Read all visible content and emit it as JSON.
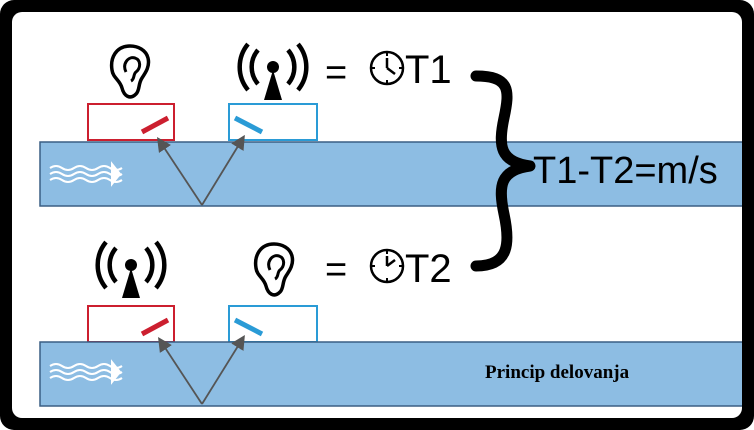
{
  "top_row": {
    "receiver_icon": "ear-icon",
    "transmitter_icon": "broadcast-tower-icon",
    "equals": "=",
    "clock_icon": "clock-icon",
    "time_label": "T1"
  },
  "bottom_row": {
    "transmitter_icon": "broadcast-tower-icon",
    "receiver_icon": "ear-icon",
    "equals": "=",
    "clock_icon": "clock-icon",
    "time_label": "T2"
  },
  "formula": "T1-T2=m/s",
  "caption": "Princip delovanja",
  "colors": {
    "red_sensor": "#cc1f2f",
    "blue_sensor": "#2a9bd6",
    "pipe_fill": "#8dbde3",
    "pipe_border": "#3a5f84",
    "flow_arrow": "#ffffff",
    "signal_line": "#666666",
    "frame": "#000000"
  }
}
